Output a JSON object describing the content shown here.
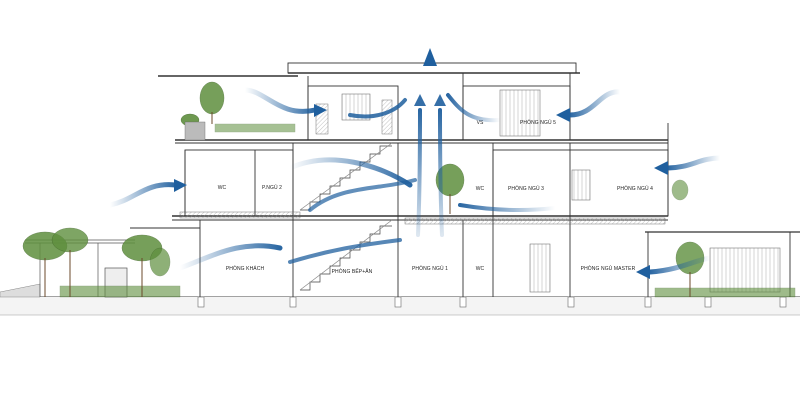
{
  "diagram": {
    "type": "architectural-section",
    "subject": "natural ventilation airflow through house section",
    "arrow_color": "#1f5f9e",
    "rooms": {
      "top_wc": "VS",
      "top_bedroom": "PHÒNG NGỦ 5",
      "mid_wc_left": "WC",
      "mid_bedroom_2": "P.NGỦ 2",
      "mid_wc_right": "WC",
      "mid_bedroom_3": "PHÒNG NGỦ 3",
      "mid_bedroom_4": "PHÒNG NGỦ 4",
      "ground_living": "PHÒNG KHÁCH",
      "ground_kitchen": "PHÒNG BẾP+ĂN",
      "ground_bedroom_1": "PHÒNG NGỦ 1",
      "ground_wc": "WC",
      "ground_master": "PHÒNG NGỦ MASTER"
    }
  }
}
